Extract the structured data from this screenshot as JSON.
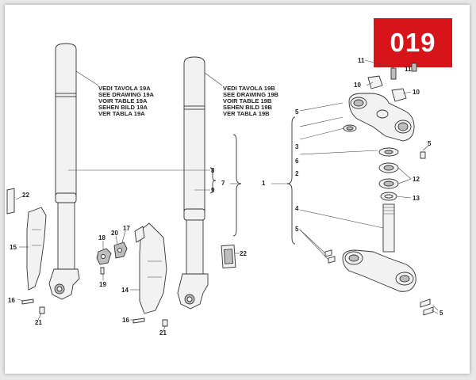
{
  "page_number": "019",
  "colors": {
    "badge": "#d7141a",
    "badge_text": "#ffffff"
  },
  "fork_a_note": [
    "VEDI TAVOLA 19A",
    "SEE DRAWING 19A",
    "VOIR TABLE 19A",
    "SEHEN BILD 19A",
    "VER TABLA 19A"
  ],
  "fork_b_note": [
    "VEDI TAVOLA 19B",
    "SEE DRAWING 19B",
    "VOIR TABLE 19B",
    "SEHEN BILD 19B",
    "VER TABLA 19B"
  ],
  "callouts": {
    "c1": "1",
    "c2": "2",
    "c3": "3",
    "c4": "4",
    "c5a": "5",
    "c5b": "5",
    "c5c": "5",
    "c5d": "5",
    "c6": "6",
    "c7": "7",
    "c8": "8",
    "c9": "9",
    "c10a": "10",
    "c10b": "10",
    "c11a": "11",
    "c11b": "11",
    "c12": "12",
    "c13": "13",
    "c14": "14",
    "c15": "15",
    "c16a": "16",
    "c16b": "16",
    "c17": "17",
    "c18": "18",
    "c19": "19",
    "c20": "20",
    "c21a": "21",
    "c21b": "21",
    "c22a": "22",
    "c22b": "22"
  }
}
